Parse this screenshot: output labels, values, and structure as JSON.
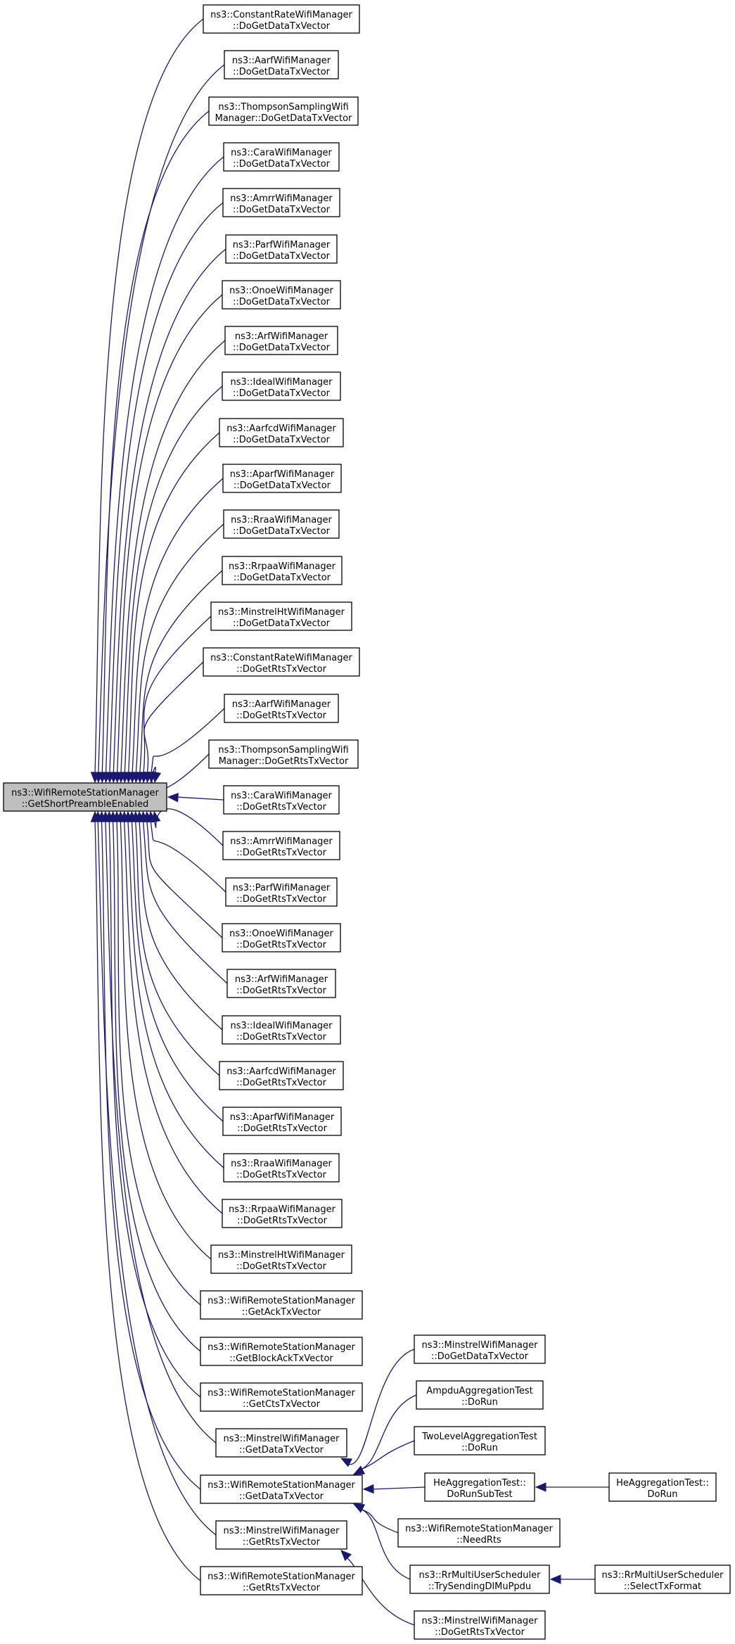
{
  "root": {
    "line1": "ns3::WifiRemoteStationManager",
    "line2": "::GetShortPreambleEnabled"
  },
  "callers": [
    {
      "line1": "ns3::ConstantRateWifiManager",
      "line2": "::DoGetDataTxVector"
    },
    {
      "line1": "ns3::AarfWifiManager",
      "line2": "::DoGetDataTxVector"
    },
    {
      "line1": "ns3::ThompsonSamplingWifi",
      "line2": "Manager::DoGetDataTxVector"
    },
    {
      "line1": "ns3::CaraWifiManager",
      "line2": "::DoGetDataTxVector"
    },
    {
      "line1": "ns3::AmrrWifiManager",
      "line2": "::DoGetDataTxVector"
    },
    {
      "line1": "ns3::ParfWifiManager",
      "line2": "::DoGetDataTxVector"
    },
    {
      "line1": "ns3::OnoeWifiManager",
      "line2": "::DoGetDataTxVector"
    },
    {
      "line1": "ns3::ArfWifiManager",
      "line2": "::DoGetDataTxVector"
    },
    {
      "line1": "ns3::IdealWifiManager",
      "line2": "::DoGetDataTxVector"
    },
    {
      "line1": "ns3::AarfcdWifiManager",
      "line2": "::DoGetDataTxVector"
    },
    {
      "line1": "ns3::AparfWifiManager",
      "line2": "::DoGetDataTxVector"
    },
    {
      "line1": "ns3::RraaWifiManager",
      "line2": "::DoGetDataTxVector"
    },
    {
      "line1": "ns3::RrpaaWifiManager",
      "line2": "::DoGetDataTxVector"
    },
    {
      "line1": "ns3::MinstrelHtWifiManager",
      "line2": "::DoGetDataTxVector"
    },
    {
      "line1": "ns3::ConstantRateWifiManager",
      "line2": "::DoGetRtsTxVector"
    },
    {
      "line1": "ns3::AarfWifiManager",
      "line2": "::DoGetRtsTxVector"
    },
    {
      "line1": "ns3::ThompsonSamplingWifi",
      "line2": "Manager::DoGetRtsTxVector"
    },
    {
      "line1": "ns3::CaraWifiManager",
      "line2": "::DoGetRtsTxVector"
    },
    {
      "line1": "ns3::AmrrWifiManager",
      "line2": "::DoGetRtsTxVector"
    },
    {
      "line1": "ns3::ParfWifiManager",
      "line2": "::DoGetRtsTxVector"
    },
    {
      "line1": "ns3::OnoeWifiManager",
      "line2": "::DoGetRtsTxVector"
    },
    {
      "line1": "ns3::ArfWifiManager",
      "line2": "::DoGetRtsTxVector"
    },
    {
      "line1": "ns3::IdealWifiManager",
      "line2": "::DoGetRtsTxVector"
    },
    {
      "line1": "ns3::AarfcdWifiManager",
      "line2": "::DoGetRtsTxVector"
    },
    {
      "line1": "ns3::AparfWifiManager",
      "line2": "::DoGetRtsTxVector"
    },
    {
      "line1": "ns3::RraaWifiManager",
      "line2": "::DoGetRtsTxVector"
    },
    {
      "line1": "ns3::RrpaaWifiManager",
      "line2": "::DoGetRtsTxVector"
    },
    {
      "line1": "ns3::MinstrelHtWifiManager",
      "line2": "::DoGetRtsTxVector"
    },
    {
      "line1": "ns3::WifiRemoteStationManager",
      "line2": "::GetAckTxVector"
    },
    {
      "line1": "ns3::WifiRemoteStationManager",
      "line2": "::GetBlockAckTxVector"
    },
    {
      "line1": "ns3::WifiRemoteStationManager",
      "line2": "::GetCtsTxVector"
    },
    {
      "line1": "ns3::MinstrelWifiManager",
      "line2": "::GetDataTxVector"
    },
    {
      "line1": "ns3::WifiRemoteStationManager",
      "line2": "::GetDataTxVector"
    },
    {
      "line1": "ns3::MinstrelWifiManager",
      "line2": "::GetRtsTxVector"
    },
    {
      "line1": "ns3::WifiRemoteStationManager",
      "line2": "::GetRtsTxVector"
    }
  ],
  "level2": [
    {
      "line1": "ns3::MinstrelWifiManager",
      "line2": "::DoGetDataTxVector"
    },
    {
      "line1": "AmpduAggregationTest",
      "line2": "::DoRun"
    },
    {
      "line1": "TwoLevelAggregationTest",
      "line2": "::DoRun"
    },
    {
      "line1": "HeAggregationTest::",
      "line2": "DoRunSubTest"
    },
    {
      "line1": "ns3::WifiRemoteStationManager",
      "line2": "::NeedRts"
    },
    {
      "line1": "ns3::RrMultiUserScheduler",
      "line2": "::TrySendingDlMuPpdu"
    },
    {
      "line1": "ns3::MinstrelWifiManager",
      "line2": "::DoGetRtsTxVector"
    }
  ],
  "level3": [
    {
      "line1": "HeAggregationTest::",
      "line2": "DoRun"
    },
    {
      "line1": "ns3::RrMultiUserScheduler",
      "line2": "::SelectTxFormat"
    }
  ],
  "colors": {
    "edge": "#191970",
    "root_fill": "#bfbfbf",
    "node_fill": "#ffffff"
  }
}
